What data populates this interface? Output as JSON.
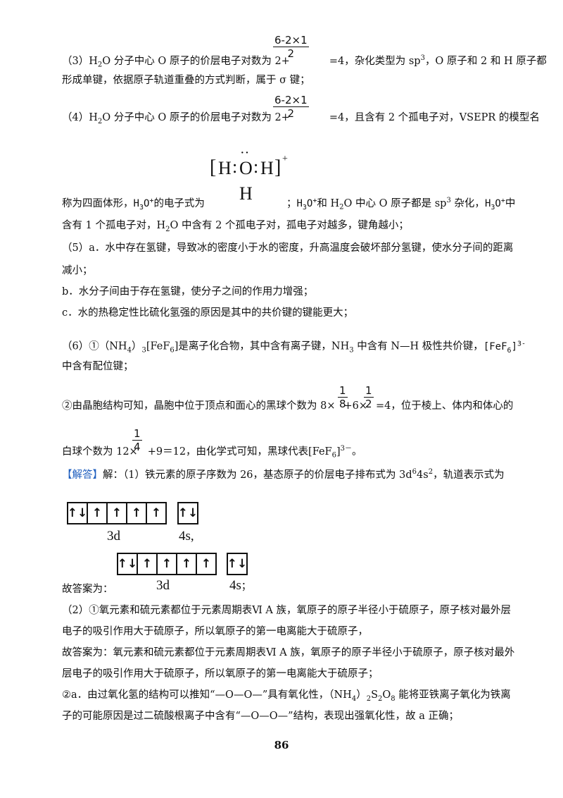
{
  "fraction_62": {
    "num": "6-2×1",
    "den": "2"
  },
  "fraction_one": {
    "num": "1"
  },
  "fraction_8": "8",
  "fraction_2": "2",
  "fraction_4": "4",
  "lines": {
    "l1a": "（3）H",
    "l1b": "O 分子中心 O 原子的价层电子对数为 2+",
    "l1c": "=4，杂化类型为 sp",
    "l1d": "，O 原子和 2 和 H 原子都",
    "l2": "形成单键，依据原子轨道重叠的方式判断，属于 σ 键；",
    "l3a": "（4）H",
    "l3b": "O 分子中心 O 原子的价层电子对数为 2+",
    "l3c": "=4，且含有 2 个孤电子对，VSEPR 的模型名",
    "l4a": "称为四面体形，",
    "l4b": "的电子式为",
    "l4c": "；",
    "l4d": "和 H",
    "l4e": "O 中心 O 原子都是 sp",
    "l4f": " 杂化，",
    "l4g": "中",
    "l5a": "含有 1 个孤电子对，H",
    "l5b": "O 中含有 2 个孤电子对，孤电子对越多，键角越小；",
    "l6": "（5）a．水中存在氢键，导致冰的密度小于水的密度，升高温度会破坏部分氢键，使水分子间的距离",
    "l7": "减小；",
    "l8": "b．水分子间由于存在氢键，使分子之间的作用力增强；",
    "l9": "c．水的热稳定性比硫化氢强的原因是其中的共价键的键能更大；",
    "l10a": "（6）①（NH",
    "l10b": "）",
    "l10c": "[FeF",
    "l10d": "]是离子化合物，其中含有离子键，NH",
    "l10e": " 中含有 N—H 极性共价键，",
    "l11": "中含有配位键；",
    "l12a": "②由晶胞结构可知，晶胞中位于顶点和面心的黑球个数为 8×",
    "l12b": "+6×",
    "l12c": "=4，位于棱上、体内和体心的",
    "l13a": "白球个数为 12×",
    "l13b": "+9＝12，由化学式可知，黑球代表[FeF",
    "l13c": "]",
    "l13d": "。",
    "l14a": "【解答】",
    "l14b": "解：（1）铁元素的原子序数为 26，基态原子的价层电子排布式为 3d",
    "l14c": "4s",
    "l14d": "，轨道表示式为",
    "l15": "故答案为：",
    "l15end": "；",
    "l16": "（2）①氧元素和硫元素都位于元素周期表Ⅵ A 族，氧原子的原子半径小于硫原子，原子核对最外层",
    "l17": "电子的吸引作用大于硫原子，所以氧原子的第一电离能大于硫原子，",
    "l18": "故答案为：氧元素和硫元素都位于元素周期表Ⅵ A 族，氧原子的原子半径小于硫原子，原子核对最外",
    "l19": "层电子的吸引作用大于硫原子，所以氧原子的第一电离能大于硫原子；",
    "l20a": "②a．由过氧化氢的结构可以推知“—O—O—”具有氧化性，（NH",
    "l20b": "）",
    "l20c": "S",
    "l20d": "O",
    "l20e": " 能将亚铁离子氧化为铁离",
    "l21": "子的可能原因是过二硫酸根离子中含有“—O—O—”结构，表现出强氧化性，故 a 正确；"
  },
  "sub": {
    "two": "2",
    "three": "3",
    "four": "4",
    "six": "6",
    "eight": "8"
  },
  "sup": {
    "three": "3",
    "six": "6",
    "two": "2",
    "plus": "+",
    "minus3": "3－",
    "fe3": "3-"
  },
  "formula": {
    "h3o": "H",
    "h3o_sub": "3",
    "o": "O",
    "plus": "+",
    "fef": "[FeF",
    "fef_sub": "6",
    "fef_close": "]"
  },
  "lewis": {
    "bracket_open": "[",
    "h_left": "H",
    "colon_left": ":",
    "o": "O",
    "colon_right": ":",
    "h_right": "H",
    "bracket_close": "]",
    "charge": "+",
    "h_bottom": "H",
    "dots": "··"
  },
  "orbital": {
    "d_arrows": [
      "↑↓",
      "↑",
      "↑",
      "↑",
      "↑"
    ],
    "s_arrows": [
      "↑↓"
    ],
    "label_3d": "3d",
    "label_4s": "4s",
    "comma": ","
  },
  "page_number": "86",
  "colors": {
    "bracket": "#1f5fbf"
  }
}
